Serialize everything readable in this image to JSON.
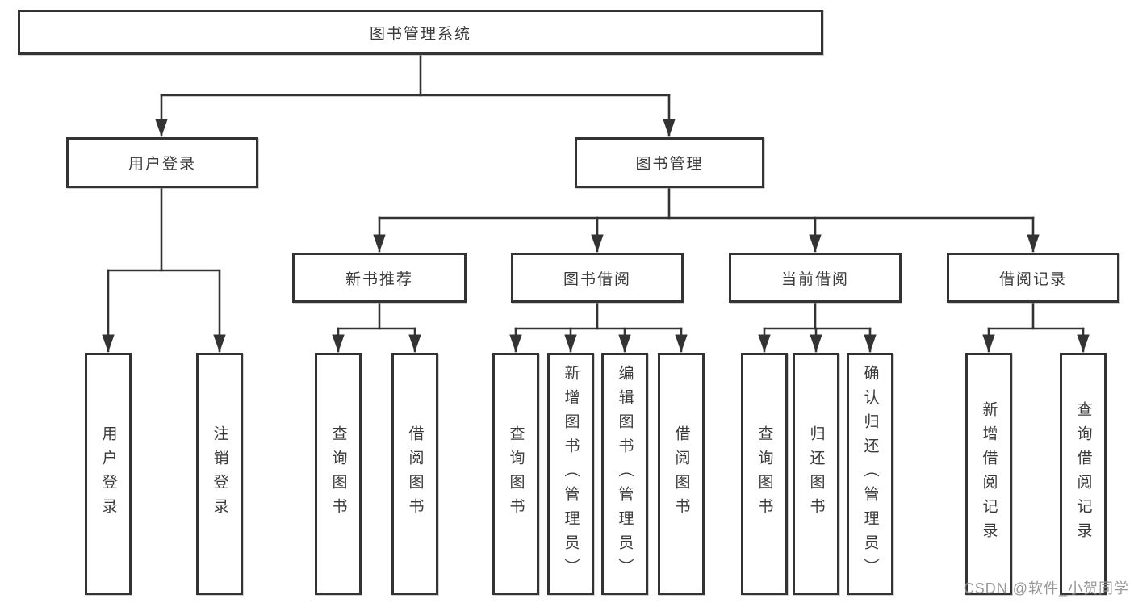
{
  "diagram": {
    "root": {
      "label": "图书管理系统"
    },
    "branches": [
      {
        "label": "用户登录",
        "children": [
          {
            "label": "用户登录"
          },
          {
            "label": "注销登录"
          }
        ]
      },
      {
        "label": "图书管理",
        "children": [
          {
            "label": "新书推荐",
            "children": [
              {
                "label": "查询图书"
              },
              {
                "label": "借阅图书"
              }
            ]
          },
          {
            "label": "图书借阅",
            "children": [
              {
                "label": "查询图书"
              },
              {
                "label": "新增图书（管理员）"
              },
              {
                "label": "编辑图书（管理员）"
              },
              {
                "label": "借阅图书"
              }
            ]
          },
          {
            "label": "当前借阅",
            "children": [
              {
                "label": "查询图书"
              },
              {
                "label": "归还图书"
              },
              {
                "label": "确认归还（管理员）"
              }
            ]
          },
          {
            "label": "借阅记录",
            "children": [
              {
                "label": "新增借阅记录"
              },
              {
                "label": "查询借阅记录"
              }
            ]
          }
        ]
      }
    ]
  },
  "watermark": {
    "text": "CSDN @软件_小贺同学"
  },
  "colors": {
    "line": "#333333",
    "box_border": "#333333",
    "box_fill": "#ffffff",
    "text": "#3a3a3a",
    "watermark": "#7d7d7d"
  }
}
